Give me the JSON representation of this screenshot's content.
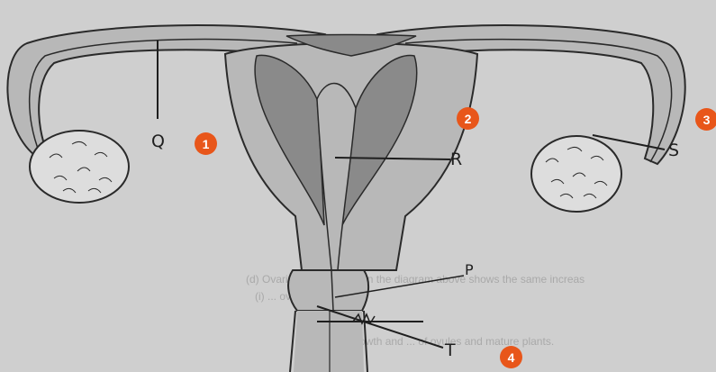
{
  "diagram": {
    "labels": {
      "Q": "Q",
      "R": "R",
      "S": "S",
      "P": "P",
      "T": "T"
    },
    "badges": [
      "1",
      "2",
      "3",
      "4"
    ],
    "background_text": {
      "line1": "(d) Ovarian cycle shown in the diagram above shows the same increas",
      "line2": "(i) ... ovaries ...",
      "line3": "... the growth and ... of ovules and mature plants."
    }
  },
  "colors": {
    "badge": "#e8561a",
    "tissue_light": "#b8b8b8",
    "tissue_dark": "#8a8a8a",
    "outline": "#2a2a2a",
    "background": "#cfcfcf"
  }
}
